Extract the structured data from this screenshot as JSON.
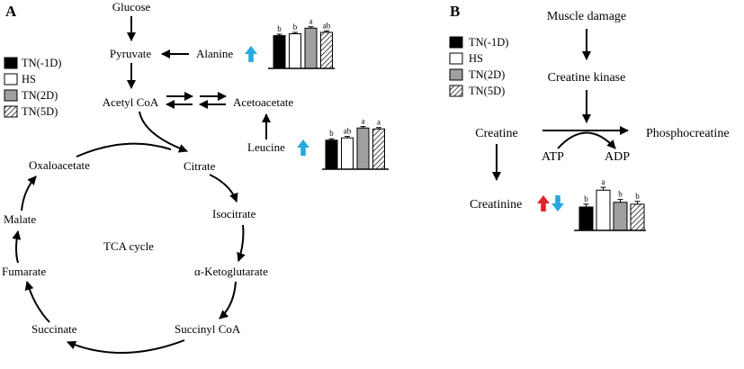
{
  "panel_a": {
    "label": "A",
    "nodes": {
      "glucose": "Glucose",
      "pyruvate": "Pyruvate",
      "alanine": "Alanine",
      "acetyl_coa": "Acetyl CoA",
      "acetoacetate": "Acetoacetate",
      "leucine": "Leucine",
      "citrate": "Citrate",
      "isocitrate": "Isocitrate",
      "ketoglutarate": "α-Ketoglutarate",
      "succinyl_coa": "Succinyl CoA",
      "succinate": "Succinate",
      "fumarate": "Fumarate",
      "malate": "Malate",
      "oxaloacetate": "Oxaloacetate",
      "cycle": "TCA cycle"
    },
    "legend": [
      "TN(-1D)",
      "HS",
      "TN(2D)",
      "TN(5D)"
    ],
    "change_icons": {
      "alanine": "blue-up-arrow-icon",
      "leucine": "blue-up-arrow-icon"
    }
  },
  "panel_b": {
    "label": "B",
    "nodes": {
      "muscle_damage": "Muscle damage",
      "creatine_kinase": "Creatine kinase",
      "creatine": "Creatine",
      "phosphocreatine": "Phosphocreatine",
      "atp": "ATP",
      "adp": "ADP",
      "creatinine": "Creatinine"
    },
    "legend": [
      "TN(-1D)",
      "HS",
      "TN(2D)",
      "TN(5D)"
    ],
    "change_icons": {
      "creatinine": [
        "red-up-arrow-icon",
        "blue-down-arrow-icon"
      ]
    }
  },
  "colors": {
    "tn_minus1d": "#000000",
    "hs": "#ffffff",
    "tn_2d": "#a0a0a0",
    "tn_5d": "hatched",
    "up_blue": "#29a8e0",
    "up_red": "#e0242b"
  },
  "chart_data": [
    {
      "type": "bar",
      "id": "alanine",
      "categories": [
        "TN(-1D)",
        "HS",
        "TN(2D)",
        "TN(5D)"
      ],
      "values": [
        0.7,
        0.74,
        0.86,
        0.77
      ],
      "errors": [
        0.03,
        0.03,
        0.03,
        0.03
      ],
      "significance": [
        "b",
        "b",
        "a",
        "ab"
      ],
      "ylim": [
        0,
        1
      ]
    },
    {
      "type": "bar",
      "id": "leucine",
      "categories": [
        "TN(-1D)",
        "HS",
        "TN(2D)",
        "TN(5D)"
      ],
      "values": [
        0.62,
        0.67,
        0.88,
        0.86
      ],
      "errors": [
        0.03,
        0.03,
        0.03,
        0.03
      ],
      "significance": [
        "b",
        "ab",
        "a",
        "a"
      ],
      "ylim": [
        0,
        1
      ]
    },
    {
      "type": "bar",
      "id": "creatinine",
      "categories": [
        "TN(-1D)",
        "HS",
        "TN(2D)",
        "TN(5D)"
      ],
      "values": [
        0.5,
        0.86,
        0.6,
        0.56
      ],
      "errors": [
        0.06,
        0.06,
        0.06,
        0.06
      ],
      "significance": [
        "b",
        "a",
        "b",
        "b"
      ],
      "ylim": [
        0,
        1
      ]
    }
  ]
}
